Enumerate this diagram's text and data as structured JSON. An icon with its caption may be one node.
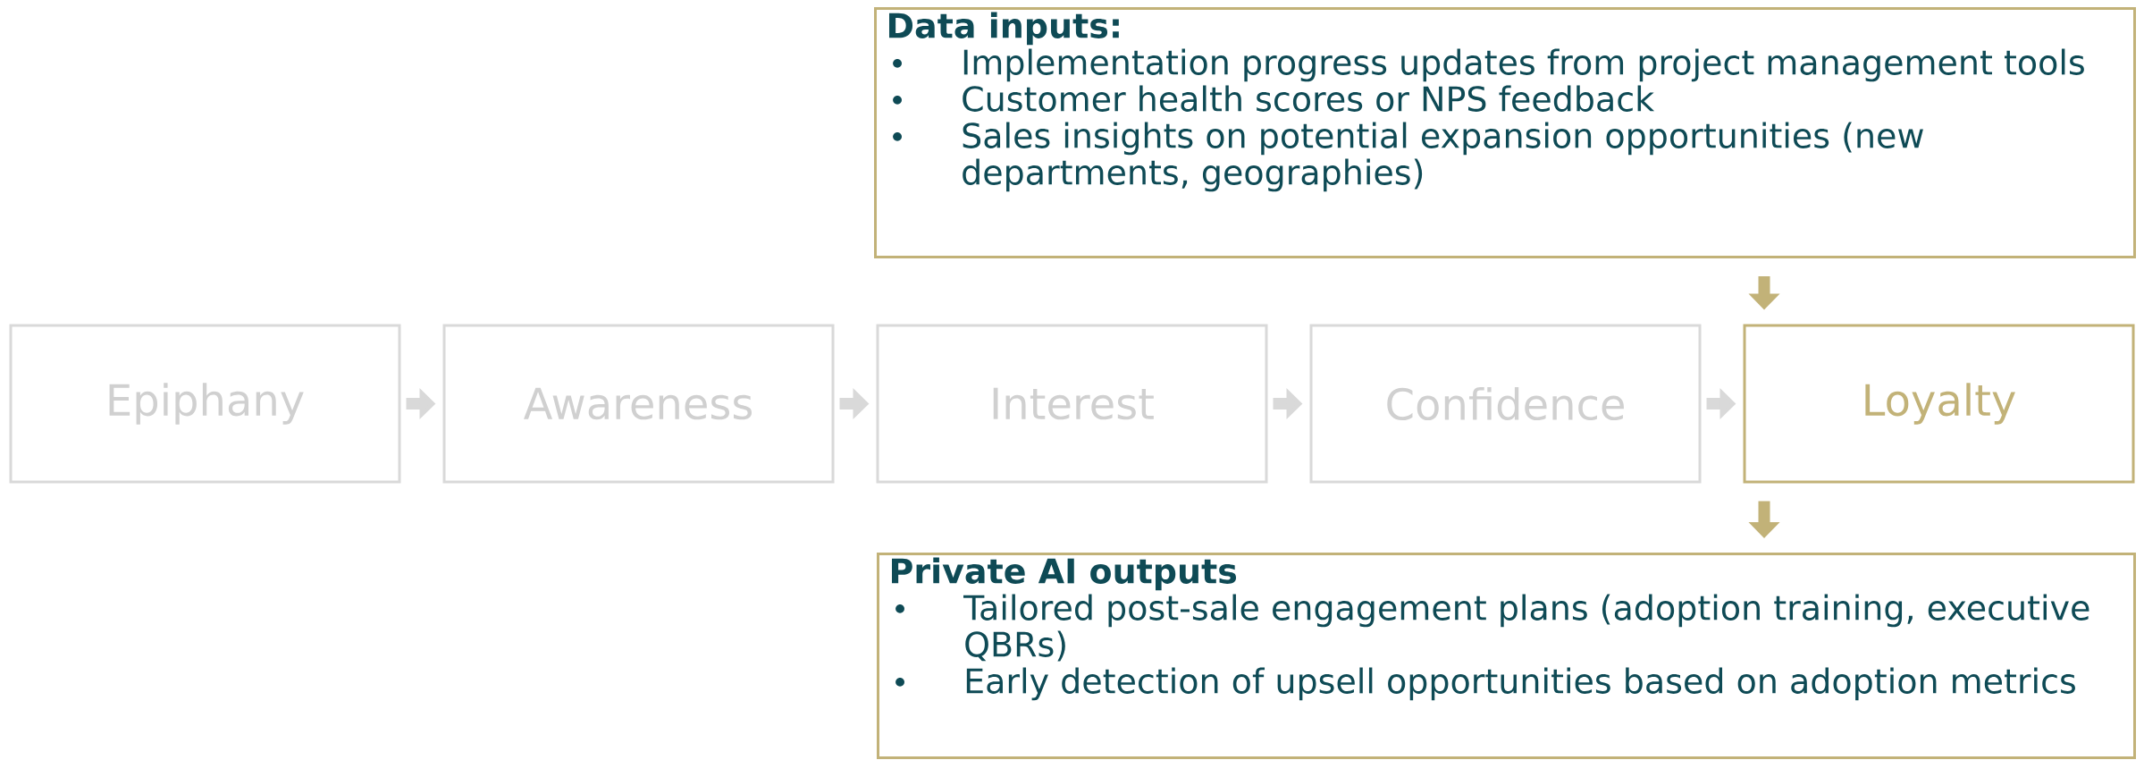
{
  "diagram": {
    "nodes": [
      {
        "text": [
          "Data inputs:",
          "Implementation progress updates from project management tools",
          "Customer health scores or NPS feedback",
          "Sales insights on potential expansion opportunities (new departments, geographies)"
        ]
      },
      {
        "text": [
          "Epiphany"
        ]
      },
      {
        "text": [
          "Awareness"
        ]
      },
      {
        "text": [
          "Interest"
        ]
      },
      {
        "text": [
          "Confidence"
        ]
      },
      {
        "text": [
          "Loyalty"
        ]
      },
      {
        "text": [
          "Private AI outputs",
          "Tailored post-sale engagement plans (adoption training, executive QBRs)",
          "Early detection of upsell opportunities based on adoption metrics"
        ]
      }
    ],
    "edges": [
      {
        "from": 1,
        "to": 2,
        "arrow": "to"
      },
      {
        "from": 2,
        "to": 3,
        "arrow": "to"
      },
      {
        "from": 3,
        "to": 4,
        "arrow": "to"
      },
      {
        "from": 4,
        "to": 5,
        "arrow": "to"
      },
      {
        "from": 0,
        "to": 5,
        "arrow": "to",
        "color": "#c2b278"
      },
      {
        "from": 5,
        "to": 6,
        "arrow": "to",
        "color": "#c2b278"
      }
    ]
  }
}
